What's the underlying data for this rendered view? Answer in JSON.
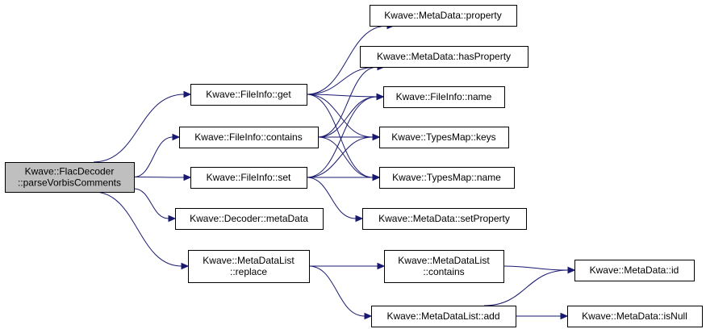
{
  "colors": {
    "edge": "#191970",
    "root_fill": "#bfbfbf",
    "node_fill": "#ffffff",
    "border": "#000000"
  },
  "nodes": {
    "parse": {
      "lines": [
        "Kwave::FlacDecoder",
        "::parseVorbisComments"
      ]
    },
    "fi_get": {
      "lines": [
        "Kwave::FileInfo::get"
      ]
    },
    "fi_contains": {
      "lines": [
        "Kwave::FileInfo::contains"
      ]
    },
    "fi_set": {
      "lines": [
        "Kwave::FileInfo::set"
      ]
    },
    "dec_meta": {
      "lines": [
        "Kwave::Decoder::metaData"
      ]
    },
    "mdl_replace": {
      "lines": [
        "Kwave::MetaDataList",
        "::replace"
      ]
    },
    "md_property": {
      "lines": [
        "Kwave::MetaData::property"
      ]
    },
    "md_hasprop": {
      "lines": [
        "Kwave::MetaData::hasProperty"
      ]
    },
    "fi_name": {
      "lines": [
        "Kwave::FileInfo::name"
      ]
    },
    "tm_keys": {
      "lines": [
        "Kwave::TypesMap::keys"
      ]
    },
    "tm_name": {
      "lines": [
        "Kwave::TypesMap::name"
      ]
    },
    "md_setprop": {
      "lines": [
        "Kwave::MetaData::setProperty"
      ]
    },
    "mdl_contains": {
      "lines": [
        "Kwave::MetaDataList",
        "::contains"
      ]
    },
    "mdl_add": {
      "lines": [
        "Kwave::MetaDataList::add"
      ]
    },
    "md_id": {
      "lines": [
        "Kwave::MetaData::id"
      ]
    },
    "md_isnull": {
      "lines": [
        "Kwave::MetaData::isNull"
      ]
    }
  },
  "edges": [
    [
      "parse",
      "fi_get"
    ],
    [
      "parse",
      "fi_contains"
    ],
    [
      "parse",
      "fi_set"
    ],
    [
      "parse",
      "dec_meta"
    ],
    [
      "parse",
      "mdl_replace"
    ],
    [
      "fi_get",
      "md_property"
    ],
    [
      "fi_get",
      "md_hasprop"
    ],
    [
      "fi_get",
      "fi_name"
    ],
    [
      "fi_get",
      "tm_keys"
    ],
    [
      "fi_get",
      "tm_name"
    ],
    [
      "fi_contains",
      "md_hasprop"
    ],
    [
      "fi_contains",
      "fi_name"
    ],
    [
      "fi_contains",
      "tm_keys"
    ],
    [
      "fi_contains",
      "tm_name"
    ],
    [
      "fi_set",
      "fi_name"
    ],
    [
      "fi_set",
      "tm_keys"
    ],
    [
      "fi_set",
      "tm_name"
    ],
    [
      "fi_set",
      "md_setprop"
    ],
    [
      "mdl_replace",
      "mdl_contains"
    ],
    [
      "mdl_replace",
      "mdl_add"
    ],
    [
      "mdl_contains",
      "md_id"
    ],
    [
      "mdl_add",
      "md_id"
    ],
    [
      "mdl_add",
      "md_isnull"
    ]
  ]
}
